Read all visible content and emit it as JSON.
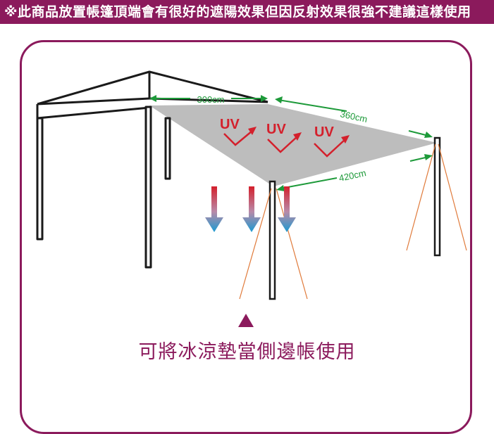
{
  "notice": "※此商品放置帳篷頂端會有很好的遮陽效果但因反射效果很強不建議這樣使用",
  "dimensions": {
    "top": "300cm",
    "right": "360cm",
    "bottom": "420cm"
  },
  "uv_label": "UV",
  "caption": "可將冰涼墊當側邊帳使用",
  "colors": {
    "brand": "#8b1a5c",
    "uv_red": "#d4202c",
    "arrow_green": "#1e9a3a",
    "shade": "#bdbdbd",
    "rope": "#e07a3a",
    "arrow_blue": "#1b9ad1"
  }
}
